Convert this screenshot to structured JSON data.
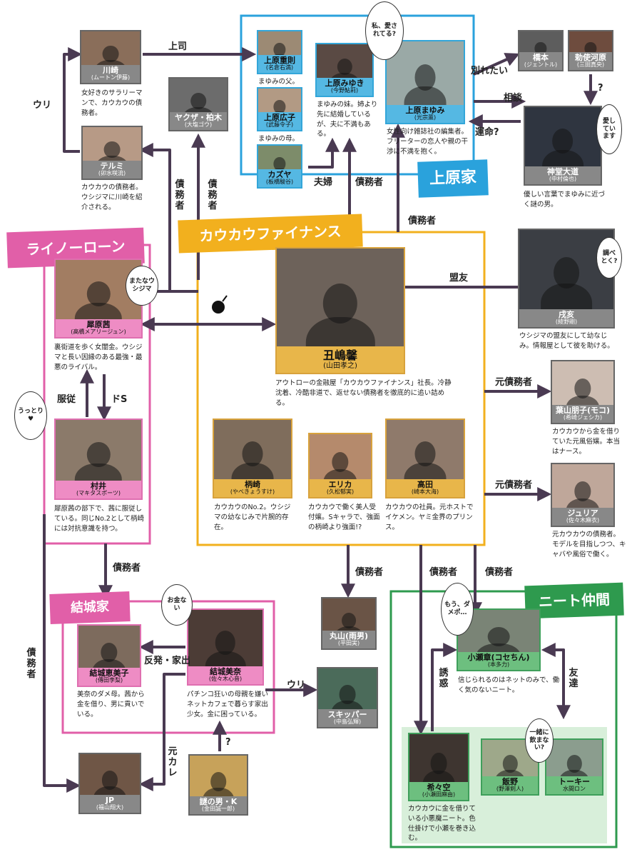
{
  "groups": {
    "uehara": "上原家",
    "kaukau": "カウカウファイナンス",
    "rhino": "ライノーローン",
    "yuki": "結城家",
    "neet": "ニート仲間"
  },
  "characters": {
    "kawasaki": {
      "name": "川崎",
      "actor": "(ムートン伊藤)",
      "desc": "女好きのサラリーマンで、カウカウの債務者。"
    },
    "terumi": {
      "name": "テルミ",
      "actor": "(卯水咲流)",
      "desc": "カウカウの債務者。ウシジマに川崎を紹介される。"
    },
    "yakuza": {
      "name": "ヤクザ・柏木",
      "actor": "(大塩ゴウ)"
    },
    "shigenori": {
      "name": "上原重則",
      "actor": "(名倉右満)",
      "desc": "まゆみの父。"
    },
    "hiroko": {
      "name": "上原広子",
      "actor": "(武藤令子)",
      "desc": "まゆみの母。"
    },
    "kazuya": {
      "name": "カズヤ",
      "actor": "(板橋駿谷)"
    },
    "miyuki": {
      "name": "上原みゆき",
      "actor": "(今野鮎莉)",
      "desc": "まゆみの妹。姉より先に結婚しているが、夫に不満もある。"
    },
    "mayumi": {
      "name": "上原まゆみ",
      "actor": "(光宗薫)",
      "desc": "女性向け雑誌社の編集者。フリーターの恋人や親の干渉に不満を抱く。"
    },
    "hashimoto": {
      "name": "橋本",
      "actor": "(ジェントル)"
    },
    "teshigawara": {
      "name": "勅使河原",
      "actor": "(三田真央)"
    },
    "jindo": {
      "name": "神堂大道",
      "actor": "(中村倫也)",
      "desc": "優しい言葉でまゆみに近づく謎の男。"
    },
    "ushijima": {
      "name": "丑嶋馨",
      "actor": "(山田孝之)",
      "desc": "アウトローの金融屋「カウカウファイナンス」社長。冷静沈着、冷酷非道で、返せない債務者を徹底的に追い詰める。"
    },
    "inui": {
      "name": "戌亥",
      "actor": "(綾野剛)",
      "desc": "ウシジマの盟友にして幼なじみ。情報屋として彼を助ける。"
    },
    "inuihara": {
      "name": "犀原茜",
      "actor": "(高橋メアリージュン)",
      "desc": "裏街道を歩く女闇金。ウシジマと長い因縁のある最強・最悪のライバル。"
    },
    "murai": {
      "name": "村井",
      "actor": "(マキタスポーツ)",
      "desc": "犀原茜の部下で、茜に服従している。同じNo.2として柄崎には対抗意識を持つ。"
    },
    "kasaki": {
      "name": "柄崎",
      "actor": "(やべきょうすけ)",
      "desc": "カウカウのNo.2。ウシジマの幼なじみで片腕的存在。"
    },
    "erika": {
      "name": "エリカ",
      "actor": "(久松郁実)",
      "desc": "カウカウで働く美人受付嬢。Sキャラで、強面の柄崎より強面!?"
    },
    "takada": {
      "name": "高田",
      "actor": "(崎本大海)",
      "desc": "カウカウの社員。元ホストでイケメン。ヤミ金界のプリンス。"
    },
    "hayama": {
      "name": "葉山朋子(モコ)",
      "actor": "(希崎ジェシカ)",
      "desc": "カウカウから金を借りていた元風俗嬢。本当はナース。"
    },
    "julia": {
      "name": "ジュリア",
      "actor": "(佐々木麻衣)",
      "desc": "元カウカウの債務者。モデルを目指しつつ、キャバや風俗で働く。"
    },
    "emiko": {
      "name": "結城恵美子",
      "actor": "(傳田李梨)",
      "desc": "美奈のダメ母。茜から金を借り、男に貢いでいる。"
    },
    "mina": {
      "name": "結城美奈",
      "actor": "(佐々木心音)",
      "desc": "パチンコ狂いの母親を嫌いネットカフェで暮らす家出少女。金に困っている。"
    },
    "skipper": {
      "name": "スキッパー",
      "actor": "(中島弘輝)"
    },
    "maruyama": {
      "name": "丸山(雨男)",
      "actor": "(平田実)"
    },
    "kose": {
      "name": "小瀬章(コセちん)",
      "actor": "(本多力)",
      "desc": "信じられるのはネットのみで、働く気のないニート。"
    },
    "kiku": {
      "name": "希々空",
      "actor": "(小瀬田麻由)",
      "desc": "カウカウに金を借りている小悪魔ニート。色仕掛けで小瀬を巻き込む。"
    },
    "iino": {
      "name": "飯野",
      "actor": "(野澤剣人)"
    },
    "toki": {
      "name": "トーキー",
      "actor": "水間ロン"
    },
    "jp": {
      "name": "JP",
      "actor": "(福山翔大)"
    },
    "k": {
      "name": "謎の男・K",
      "actor": "(金田誠一郎)"
    }
  },
  "relations": {
    "boss": "上司",
    "uri": "ウリ",
    "debtor": "債務者",
    "couple": "夫婦",
    "breakup": "別れたい",
    "consult": "相談",
    "fate": "運命?",
    "q": "?",
    "ally": "盟友",
    "former_debtor": "元債務者",
    "obey": "服従",
    "sado": "ドS",
    "rebel": "反発・家出",
    "ex": "元カレ",
    "lure": "誘惑",
    "friend": "友達"
  },
  "bubbles": {
    "mayumi": "私、愛されてる?",
    "jindo": "愛しています",
    "inui": "調べとく?",
    "matana": "またなウシジマ",
    "uttori": "うっとり♥",
    "okane": "お金ない",
    "damepo": "もう、ダメポ…",
    "issho": "一緒に飲まない?"
  },
  "colors": {
    "gold": "#f2b01e",
    "blue": "#2aa2dc",
    "pink": "#e15fa8",
    "green": "#2e9a4e",
    "purple": "#4a3a52",
    "neet_fill": "#d8efda"
  }
}
